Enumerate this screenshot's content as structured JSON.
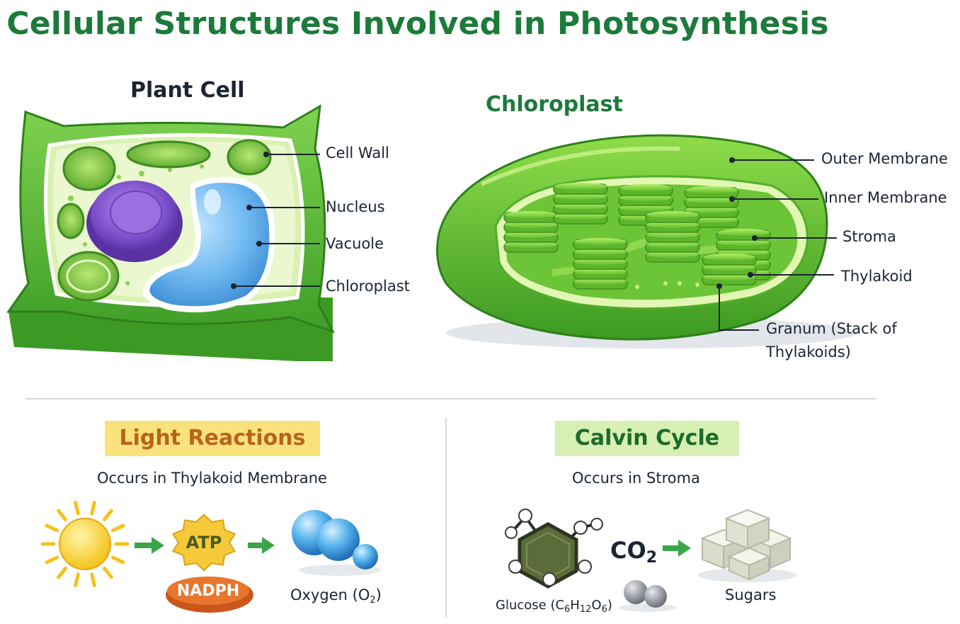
{
  "title": "Cellular Structures Involved in Photosynthesis",
  "plant_cell": {
    "heading": "Plant Cell",
    "labels": {
      "cell_wall": "Cell Wall",
      "nucleus": "Nucleus",
      "vacuole": "Vacuole",
      "chloroplast": "Chloroplast"
    }
  },
  "chloroplast": {
    "heading": "Chloroplast",
    "labels": {
      "outer_membrane": "Outer Membrane",
      "inner_membrane": "Inner Membrane",
      "stroma": "Stroma",
      "thylakoid": "Thylakoid",
      "granum_line1": "Granum (Stack of",
      "granum_line2": "Thylakoids)"
    }
  },
  "light_reactions": {
    "heading": "Light Reactions",
    "subtitle": "Occurs in Thylakoid Membrane",
    "atp": "ATP",
    "nadph": "NADPH",
    "oxygen_prefix": "Oxygen (O",
    "oxygen_sub": "2",
    "oxygen_suffix": ")"
  },
  "calvin_cycle": {
    "heading": "Calvin Cycle",
    "subtitle": "Occurs in Stroma",
    "co2_main": "CO",
    "co2_sub": "2",
    "glucose_prefix": "Glucose (C",
    "glucose_c": "6",
    "glucose_h": "H",
    "glucose_h_n": "12",
    "glucose_o": "O",
    "glucose_o_n": "6",
    "glucose_suffix": ")",
    "sugars": "Sugars"
  },
  "colors": {
    "title": "#1c7a3a",
    "cell_green": "#5cc13a",
    "dark_green": "#3b8f25",
    "nucleus_purple": "#7a4fc9",
    "vacuole_blue": "#5aa8ea",
    "light_badge": "#f9e27c",
    "calvin_badge": "#d7efb2",
    "arrow_green": "#3aa64a"
  }
}
